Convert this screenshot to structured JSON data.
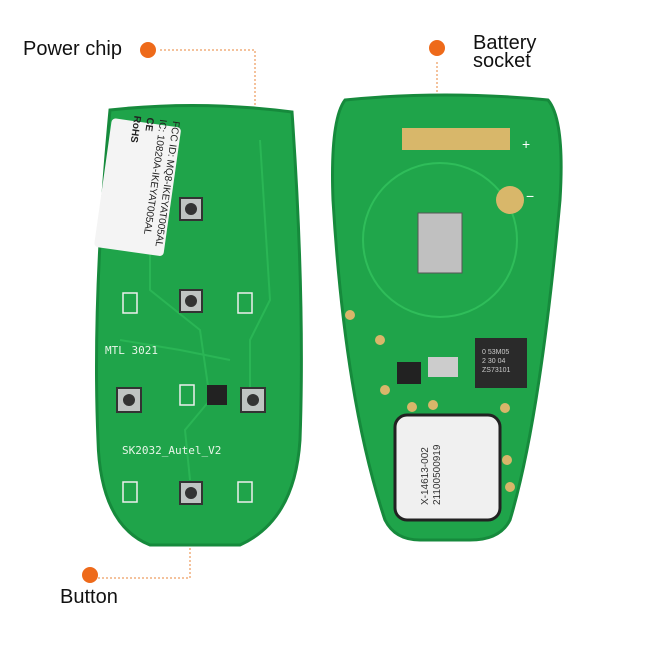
{
  "callouts": {
    "power_chip": "Power chip",
    "battery_socket_line1": "Battery",
    "battery_socket_line2": "socket",
    "button": "Button"
  },
  "colors": {
    "accent": "#ee6a1a",
    "pcb": "#1fa44a",
    "pcb_dark": "#128a3a",
    "leader": "#e8863a"
  },
  "front_board": {
    "sticker_line1": "FCC ID: MQ8-IKEYAT005AL",
    "sticker_line2": "IC: 10820A-IKEYAT005AL",
    "sticker_ce": "CE",
    "sticker_rohs": "RoHS",
    "silk_mtl": "MTL 3021",
    "silk_name": "SK2032_Autel_V2"
  },
  "back_board": {
    "plus": "+",
    "minus": "−",
    "ic_line1": "0 53M05",
    "ic_line2": "2 30 04",
    "ic_line3": "ZS73101",
    "module_line1": "X-14613-002",
    "module_line2": "21100500919"
  }
}
